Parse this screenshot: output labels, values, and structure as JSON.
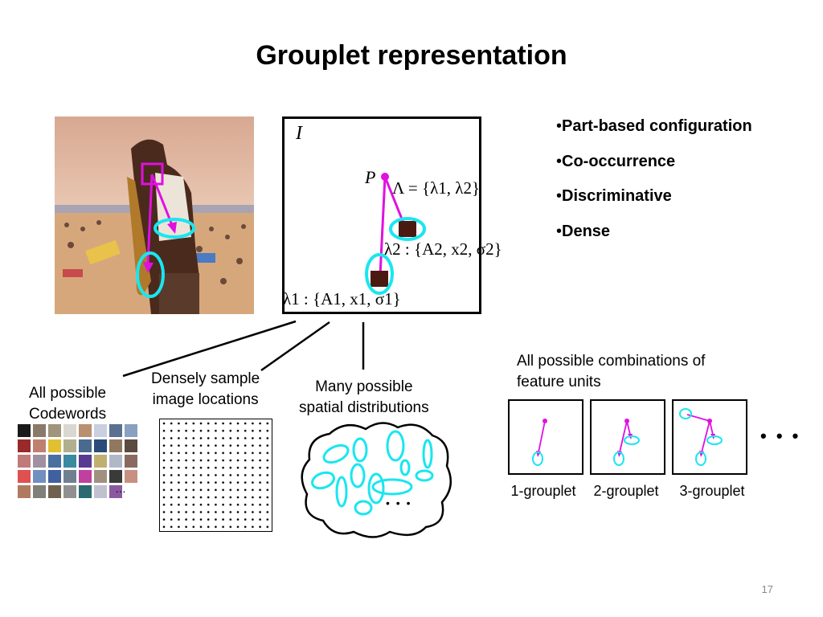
{
  "slide": {
    "title": "Grouplet representation",
    "bullets": [
      "Part-based configuration",
      "Co-occurrence",
      "Discriminative",
      "Dense"
    ],
    "page_number": "17"
  },
  "center_panel": {
    "image_label": "I",
    "point_label": "P",
    "lambda_set": "Λ = {λ1, λ2}",
    "lambda2_def": "λ2 : {A2, x2, σ2}",
    "lambda1_def": "λ1 : {A1, x1, σ1}"
  },
  "labels": {
    "codewords_line1": "All possible",
    "codewords_line2": "Codewords",
    "codewords_ellipsis": "…",
    "dense_line1": "Densely sample",
    "dense_line2": "image locations",
    "spatial_line1": "Many possible",
    "spatial_line2": "spatial distributions",
    "spatial_ellipsis": "• • •",
    "combos_line1": "All possible combinations of",
    "combos_line2": "feature units",
    "grouplets_ellipsis": "• • •"
  },
  "grouplets": [
    "1-grouplet",
    "2-grouplet",
    "3-grouplet"
  ],
  "colors": {
    "magenta": "#e010e0",
    "cyan": "#19e6f0",
    "dark_patch": "#4a1a10"
  }
}
